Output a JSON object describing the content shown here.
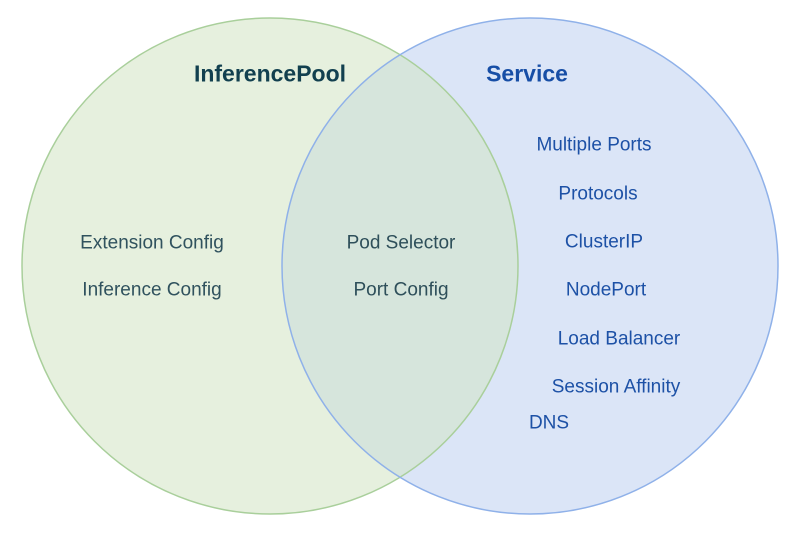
{
  "diagram": {
    "type": "venn",
    "left_circle": {
      "title": "InferencePool",
      "items": [
        "Extension Config",
        "Inference Config"
      ]
    },
    "right_circle": {
      "title": "Service",
      "items": [
        "Multiple Ports",
        "Protocols",
        "ClusterIP",
        "NodePort",
        "Load Balancer",
        "Session Affinity",
        "DNS"
      ]
    },
    "overlap": {
      "items": [
        "Pod Selector",
        "Port Config"
      ]
    }
  },
  "colors": {
    "green_fill": "#e6f0de",
    "green_stroke": "#a9cf9b",
    "blue_fill": "#dbe5f7",
    "blue_stroke": "#8fb1e9",
    "overlap_fill": "#d6e5dc",
    "green_title_text": "#12404f",
    "green_item_text": "#30525e",
    "blue_text": "#1d51a6"
  }
}
